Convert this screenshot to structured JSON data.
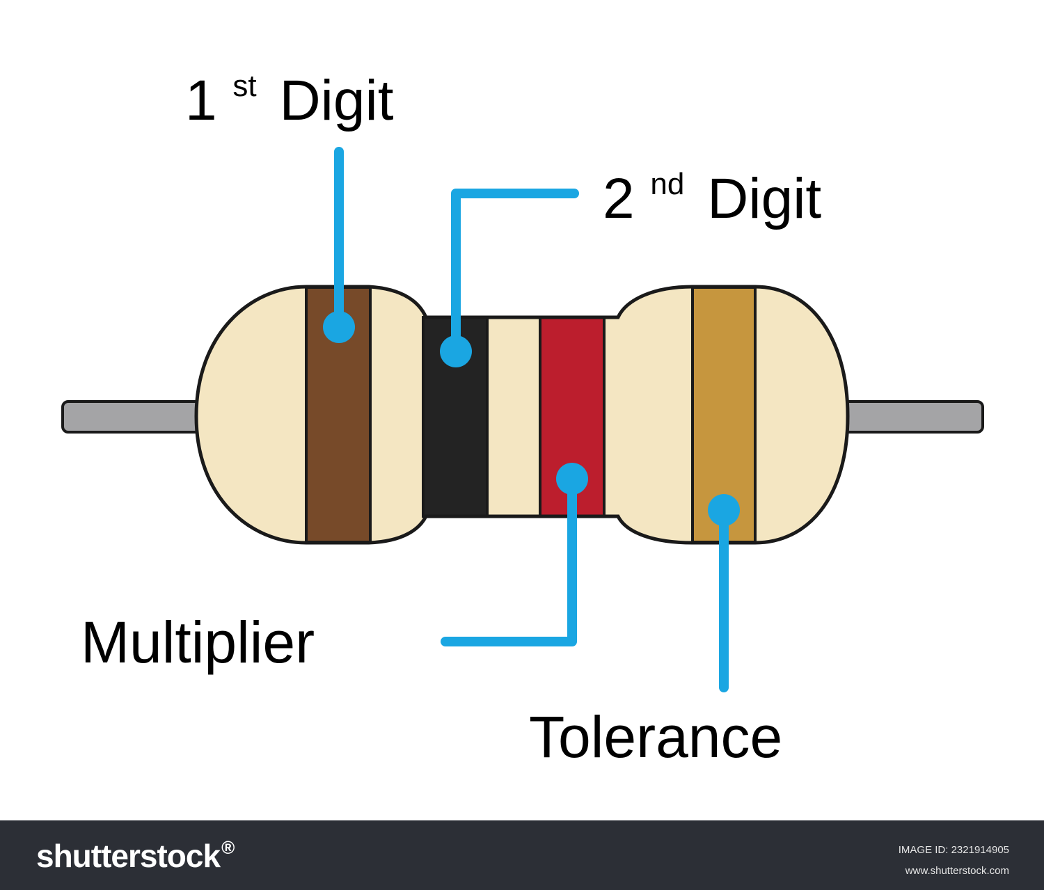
{
  "colors": {
    "body": "#f4e6c2",
    "outline": "#1a1a1a",
    "lead": "#a4a4a6",
    "leader": "#1aa6e2",
    "band_brown": "#774a29",
    "band_black": "#232323",
    "band_red": "#bc1e2d",
    "band_gold": "#c6963e"
  },
  "labels": {
    "first_num": "1",
    "first_sup": "st",
    "first_word": "Digit",
    "second_num": "2",
    "second_sup": "nd",
    "second_word": "Digit",
    "multiplier": "Multiplier",
    "tolerance": "Tolerance"
  },
  "footer": {
    "brand": "shutterstock",
    "brand_mark": "®",
    "image_id": "IMAGE ID: 2321914905",
    "url": "www.shutterstock.com"
  }
}
